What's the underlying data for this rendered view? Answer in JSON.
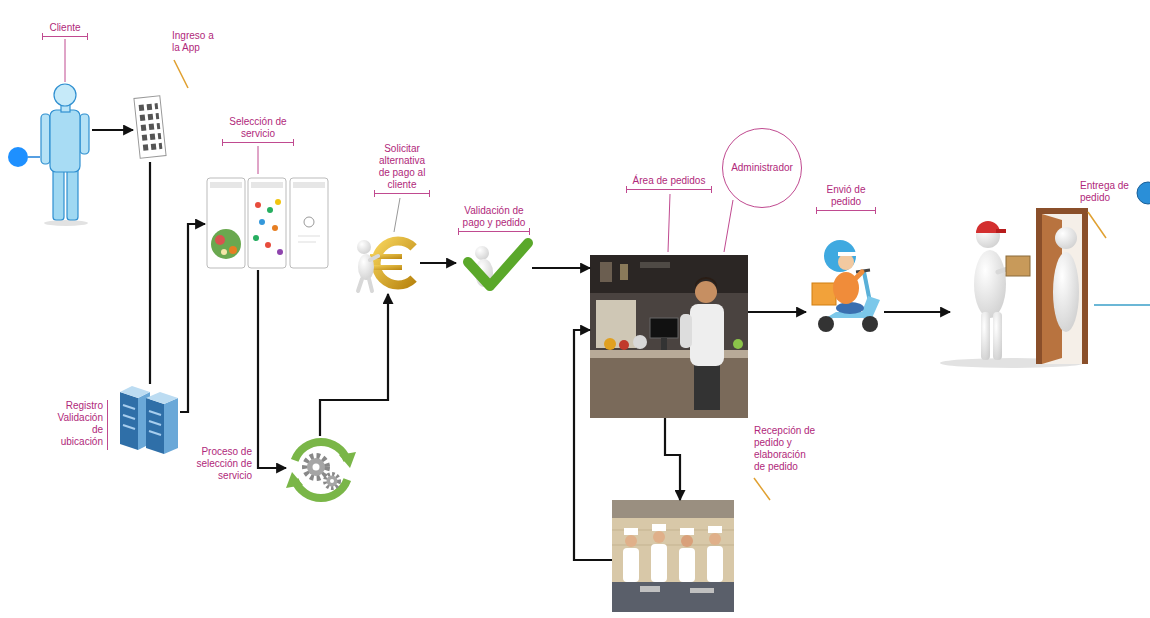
{
  "diagram": {
    "nodes": [
      {
        "text": [
          "Cliente"
        ]
      },
      {
        "text": [
          "Ingreso a la App"
        ]
      },
      {
        "text": [
          "Registro Validación de ubicación"
        ]
      },
      {
        "text": [
          "Selección de servicio"
        ]
      },
      {
        "text": [
          "Proceso de selección de servicio"
        ]
      },
      {
        "text": [
          "Solicitar alternativa de pago al cliente"
        ]
      },
      {
        "text": [
          "Validación de pago y pedido"
        ]
      },
      {
        "text": [
          "Área de pedidos"
        ]
      },
      {
        "text": [
          "Administrador"
        ]
      },
      {
        "text": [
          "Recepción de pedido y elaboración de pedido"
        ]
      },
      {
        "text": [
          "Envió de pedido"
        ]
      },
      {
        "text": [
          "Entrega de pedido"
        ]
      }
    ],
    "edges": [
      {
        "from": 0,
        "to": 1,
        "arrow": "to"
      },
      {
        "from": 1,
        "to": 2,
        "arrow": "none"
      },
      {
        "from": 2,
        "to": 3,
        "arrow": "to"
      },
      {
        "from": 3,
        "to": 4,
        "arrow": "to"
      },
      {
        "from": 4,
        "to": 5,
        "arrow": "to"
      },
      {
        "from": 5,
        "to": 6,
        "arrow": "to"
      },
      {
        "from": 6,
        "to": 7,
        "arrow": "to"
      },
      {
        "from": 7,
        "to": 9,
        "arrow": "to"
      },
      {
        "from": 9,
        "to": 7,
        "arrow": "to"
      },
      {
        "from": 7,
        "to": 10,
        "arrow": "to"
      },
      {
        "from": 10,
        "to": 11,
        "arrow": "to"
      }
    ]
  }
}
